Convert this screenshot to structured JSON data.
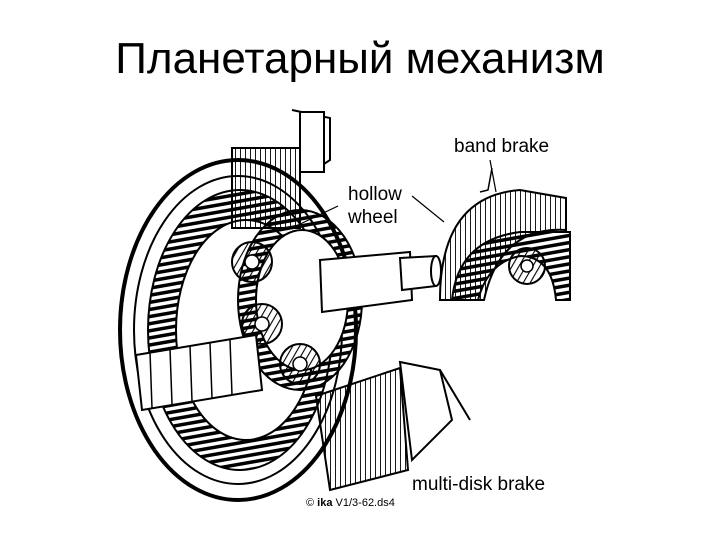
{
  "title": "Планетарный механизм",
  "labels": {
    "band_brake": "band brake",
    "hollow_wheel_line1": "hollow",
    "hollow_wheel_line2": "wheel",
    "multi_disk_brake": "multi-disk brake"
  },
  "credit": {
    "symbol": "©",
    "brand": "ika",
    "code": "V1/3-62.ds4"
  }
}
